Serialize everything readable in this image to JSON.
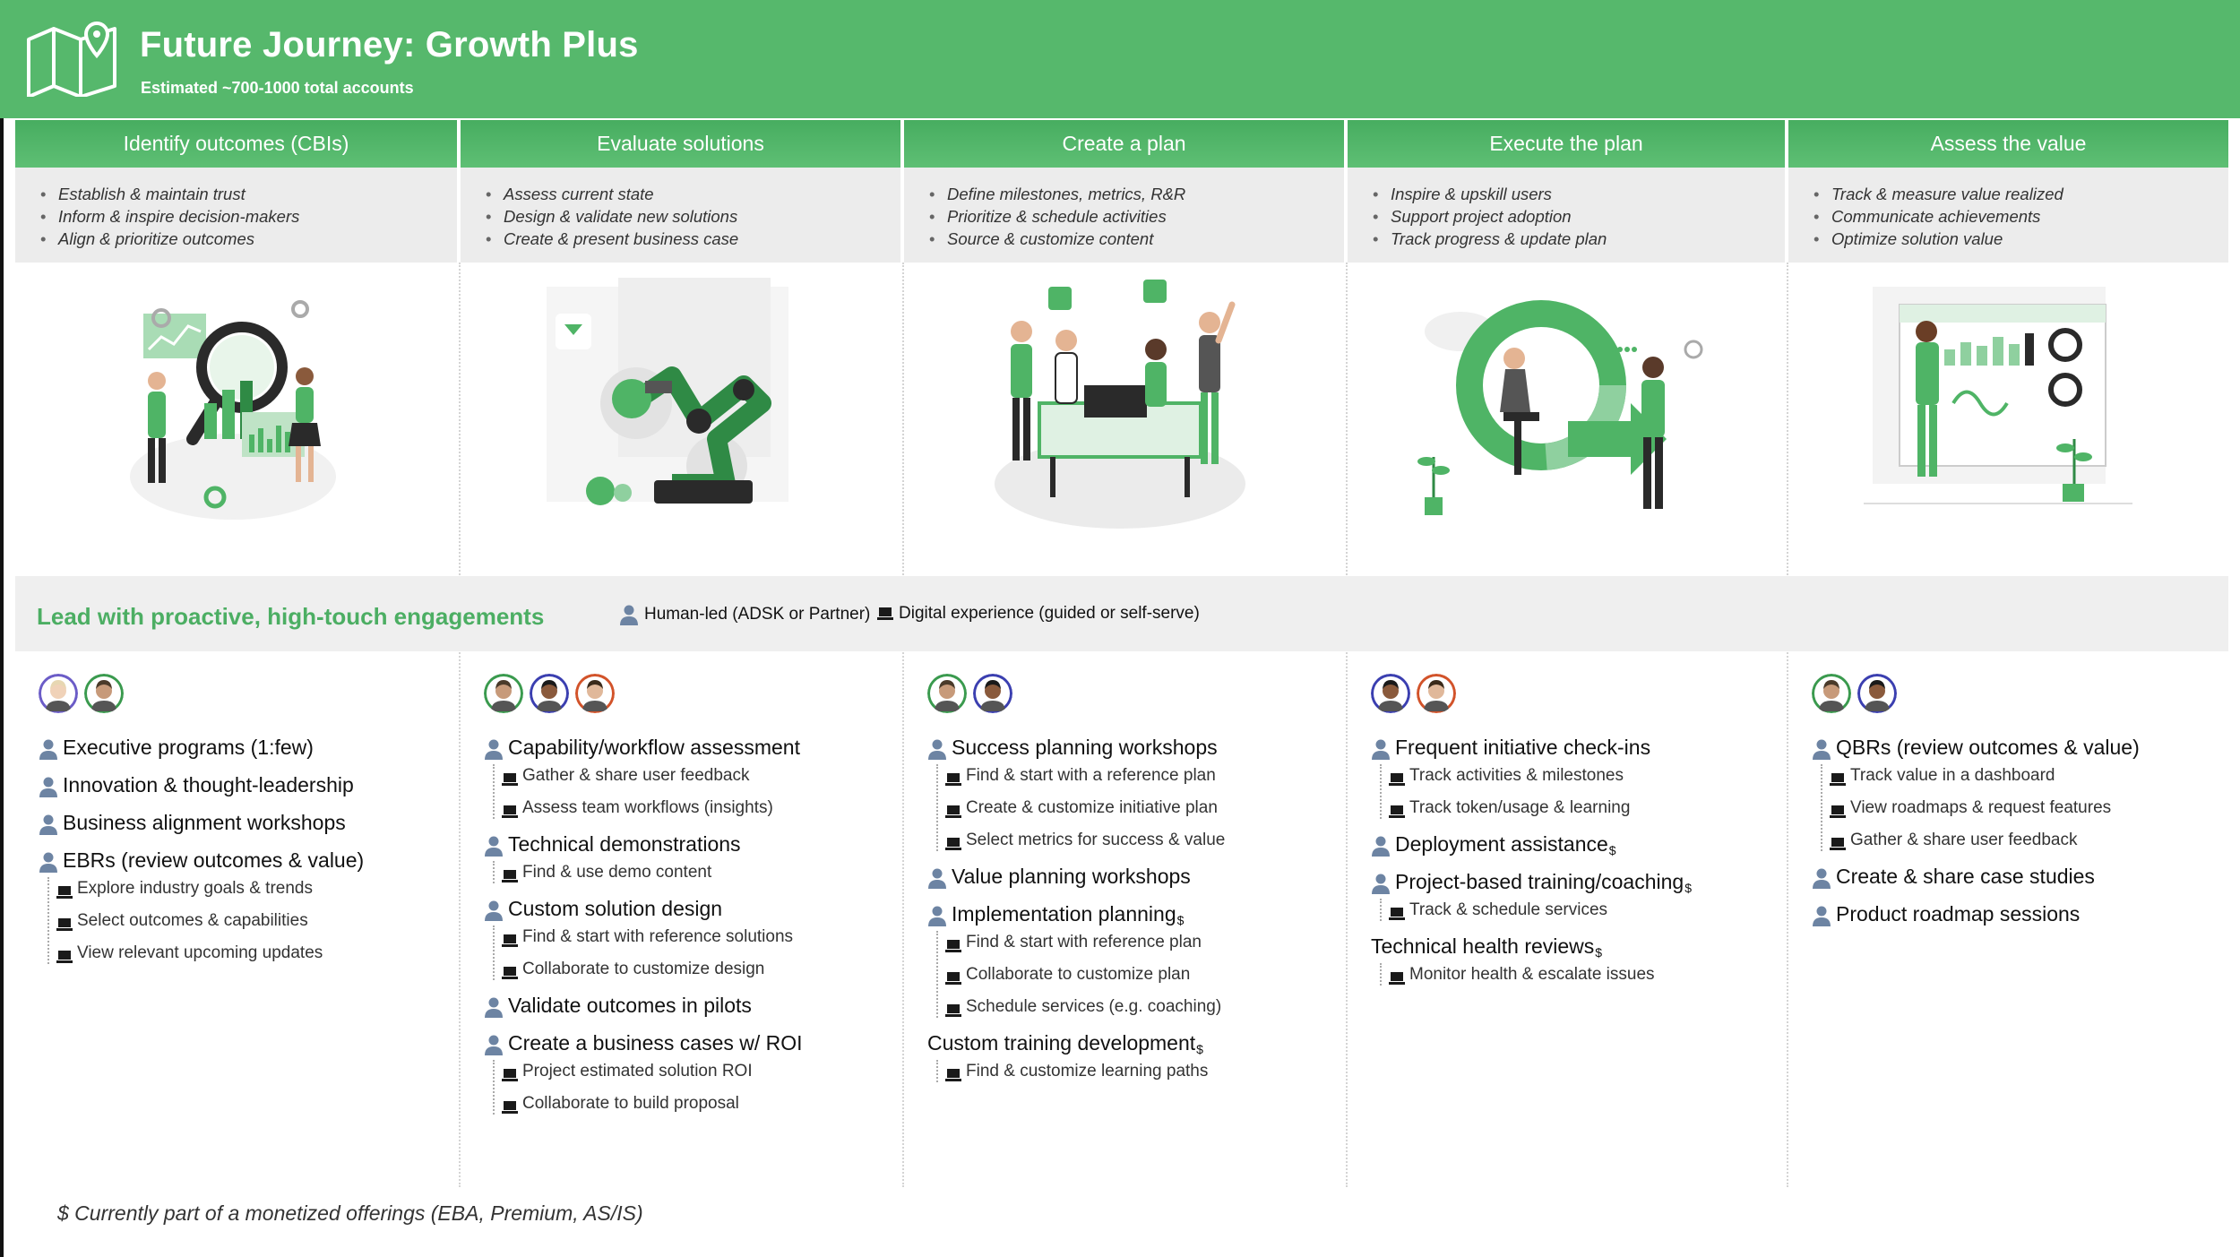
{
  "header": {
    "title": "Future Journey: Growth Plus",
    "subtitle": "Estimated ~700-1000 total accounts",
    "icon": "map-pin-icon"
  },
  "stages": [
    {
      "label": "Identify outcomes (CBIs)",
      "bullets": [
        "Establish & maintain trust",
        "Inform & inspire decision-makers",
        "Align & prioritize outcomes"
      ]
    },
    {
      "label": "Evaluate solutions",
      "bullets": [
        "Assess current state",
        "Design & validate new solutions",
        "Create & present business case"
      ]
    },
    {
      "label": "Create a plan",
      "bullets": [
        "Define milestones, metrics, R&R",
        "Prioritize & schedule activities",
        "Source & customize content"
      ]
    },
    {
      "label": "Execute the plan",
      "bullets": [
        "Inspire & upskill users",
        "Support project adoption",
        "Track progress & update plan"
      ]
    },
    {
      "label": "Assess the value",
      "bullets": [
        "Track & measure value realized",
        "Communicate achievements",
        "Optimize solution value"
      ]
    }
  ],
  "lead": {
    "title": "Lead with proactive, high-touch engagements",
    "legend_human": "Human-led (ADSK or Partner)",
    "legend_digital": "Digital experience (guided or self-serve)"
  },
  "columns": [
    {
      "items": [
        {
          "label": "Executive programs (1:few)",
          "subs": []
        },
        {
          "label": "Innovation & thought-leadership",
          "subs": []
        },
        {
          "label": "Business alignment workshops",
          "subs": []
        },
        {
          "label": "EBRs (review outcomes & value)",
          "subs": [
            "Explore industry goals & trends",
            "Select outcomes & capabilities",
            "View relevant upcoming updates"
          ]
        }
      ]
    },
    {
      "items": [
        {
          "label": "Capability/workflow assessment",
          "subs": [
            "Gather & share user feedback",
            "Assess team workflows (insights)"
          ]
        },
        {
          "label": "Technical demonstrations",
          "subs": [
            "Find & use demo content"
          ]
        },
        {
          "label": "Custom solution design",
          "subs": [
            "Find & start with reference solutions",
            "Collaborate to customize design"
          ]
        },
        {
          "label": "Validate outcomes in pilots",
          "subs": []
        },
        {
          "label": "Create a business cases w/ ROI",
          "subs": [
            "Project estimated solution ROI",
            "Collaborate to build proposal"
          ]
        }
      ]
    },
    {
      "items": [
        {
          "label": "Success planning workshops",
          "subs": [
            "Find & start with a reference plan",
            "Create & customize initiative plan",
            "Select metrics for success & value"
          ]
        },
        {
          "label": "Value planning workshops",
          "subs": []
        },
        {
          "label": "Implementation planning",
          "sup": "$",
          "subs": [
            "Find & start with reference plan",
            "Collaborate to customize plan",
            "Schedule services (e.g. coaching)"
          ]
        },
        {
          "label": "Custom training development",
          "sup": "$",
          "noicon": true,
          "subs": [
            "Find & customize learning paths"
          ]
        }
      ]
    },
    {
      "items": [
        {
          "label": "Frequent initiative check-ins",
          "subs": [
            "Track activities & milestones",
            "Track token/usage & learning"
          ]
        },
        {
          "label": "Deployment assistance",
          "sup": "$",
          "subs": []
        },
        {
          "label": "Project-based training/coaching",
          "sup": "$",
          "subs": [
            "Track & schedule services"
          ]
        },
        {
          "label": "Technical health reviews",
          "sup": "$",
          "noicon": true,
          "subs": [
            "Monitor health & escalate issues"
          ]
        }
      ]
    },
    {
      "items": [
        {
          "label": "QBRs (review outcomes & value)",
          "subs": [
            "Track value in a dashboard",
            "View roadmaps & request features",
            "Gather & share user feedback"
          ]
        },
        {
          "label": "Create & share case studies",
          "subs": []
        },
        {
          "label": "Product roadmap sessions",
          "subs": []
        }
      ]
    }
  ],
  "avatars": [
    [
      {
        "bg": "#6b5cc7",
        "skin": "#f0d2b8",
        "hair": "#e7d7b2"
      },
      {
        "bg": "#3a9a4e",
        "skin": "#c79a7a",
        "hair": "#4a3a2a"
      }
    ],
    [
      {
        "bg": "#3a9a4e",
        "skin": "#c79a7a",
        "hair": "#4a3a2a"
      },
      {
        "bg": "#3b3fb0",
        "skin": "#8a5a3c",
        "hair": "#1a1a1a"
      },
      {
        "bg": "#d2532a",
        "skin": "#e0b89a",
        "hair": "#3a2a1a"
      }
    ],
    [
      {
        "bg": "#3a9a4e",
        "skin": "#c79a7a",
        "hair": "#4a3a2a"
      },
      {
        "bg": "#3b3fb0",
        "skin": "#8a5a3c",
        "hair": "#1a1a1a"
      }
    ],
    [
      {
        "bg": "#3b3fb0",
        "skin": "#8a5a3c",
        "hair": "#1a1a1a"
      },
      {
        "bg": "#d2532a",
        "skin": "#e0b89a",
        "hair": "#3a2a1a"
      }
    ],
    [
      {
        "bg": "#3a9a4e",
        "skin": "#c79a7a",
        "hair": "#4a3a2a"
      },
      {
        "bg": "#3b3fb0",
        "skin": "#8a5a3c",
        "hair": "#1a1a1a"
      }
    ]
  ],
  "footnote": "$ Currently part of a monetized offerings (EBA, Premium, AS/IS)",
  "colors": {
    "brand_green": "#56b86c",
    "lead_green": "#4cae63",
    "panel_gray": "#ececec"
  }
}
